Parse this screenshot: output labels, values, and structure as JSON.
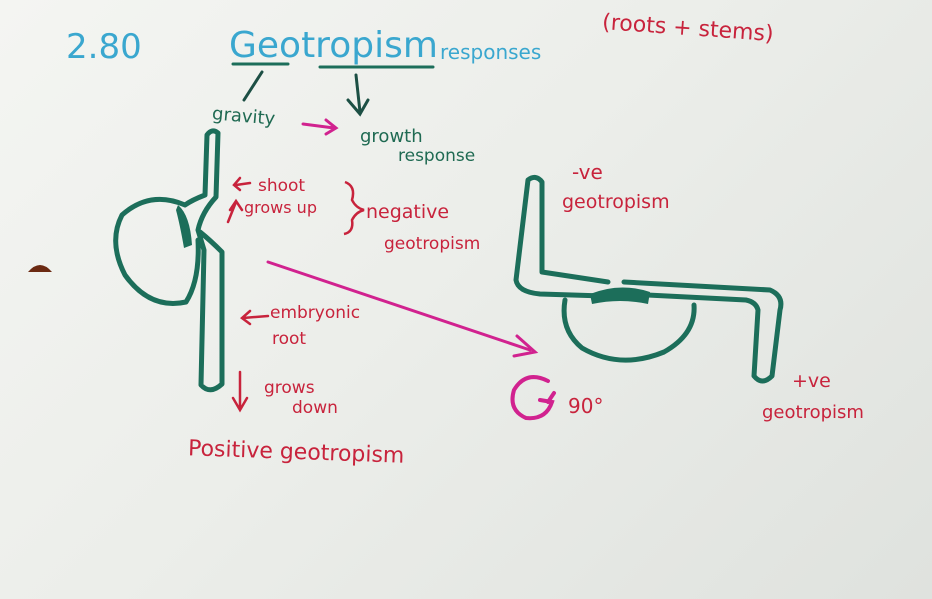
{
  "header": {
    "number": "2.80",
    "title": "Geotropism",
    "title_suffix": "responses",
    "note": "(roots + stems)"
  },
  "concept": {
    "stimulus": "gravity",
    "response_line1": "growth",
    "response_line2": "response"
  },
  "left_seedling": {
    "shoot_line1": "shoot",
    "shoot_line2": "grows up",
    "shoot_type_line1": "negative",
    "shoot_type_line2": "geotropism",
    "root_line1": "embryonic",
    "root_line2": "root",
    "root_growth_line1": "grows",
    "root_growth_line2": "down",
    "root_type": "Positive geotropism"
  },
  "rotation": {
    "angle": "90°"
  },
  "right_seedling": {
    "shoot_type_line1": "-ve",
    "shoot_type_line2": "geotropism",
    "root_type_line1": "+ve",
    "root_type_line2": "geotropism"
  },
  "colors": {
    "blue_ink": "#3aa7cf",
    "red_ink": "#c8233c",
    "green_ink": "#1c6e5a",
    "magenta_ink": "#d1228f"
  }
}
